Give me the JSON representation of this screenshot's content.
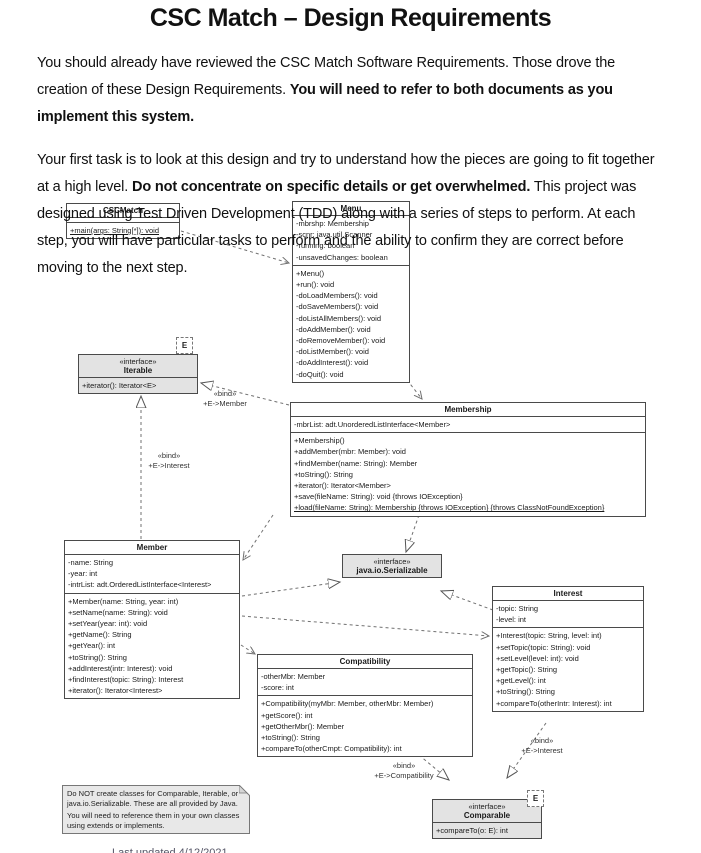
{
  "title": "CSC Match – Design Requirements",
  "paragraphs": {
    "p1": {
      "normal1": "You should already have reviewed the CSC Match Software Requirements. Those drove the creation of these Design Requirements. ",
      "bold1": "You will need to refer to both documents as you implement this system."
    },
    "p2": {
      "normal1": "Your first task is to look at this design and try to understand how the pieces are going to fit together at a high level. ",
      "bold1": "Do not concentrate on specific details or get overwhelmed.",
      "normal2": " This project was designed using Test Driven Development (TDD) along with a series of steps to perform. At each step, you will have particular tasks to perform and the ability to confirm they are correct before moving to the next step."
    }
  },
  "diagram": {
    "classes": [
      {
        "id": "cscmatch",
        "name": "CSCMatch",
        "attributes": [],
        "methods": [
          {
            "t": "+main(args: String[*]): void",
            "u": true
          }
        ]
      },
      {
        "id": "menu",
        "name": "Menu",
        "attributes": [
          "-mbrshp: Membership",
          "-scnr: java.util.Scanner",
          "-running: boolean",
          "-unsavedChanges: boolean"
        ],
        "methods": [
          {
            "t": "+Menu()"
          },
          {
            "t": "+run(): void"
          },
          {
            "t": "-doLoadMembers(): void"
          },
          {
            "t": "-doSaveMembers(): void"
          },
          {
            "t": "-doListAllMembers(): void"
          },
          {
            "t": "-doAddMember(): void"
          },
          {
            "t": "-doRemoveMember(): void"
          },
          {
            "t": "-doListMember(): void"
          },
          {
            "t": "-doAddInterest(): void"
          },
          {
            "t": "-doQuit(): void"
          }
        ]
      },
      {
        "id": "iterable",
        "name": "Iterable",
        "stereotype": "«interface»",
        "template": "E",
        "attributes": [],
        "methods": [
          {
            "t": "+iterator(): Iterator<E>"
          }
        ]
      },
      {
        "id": "membership",
        "name": "Membership",
        "attributes": [
          "-mbrList: adt.UnorderedListInterface<Member>"
        ],
        "methods": [
          {
            "t": "+Membership()"
          },
          {
            "t": "+addMember(mbr: Member): void"
          },
          {
            "t": "+findMember(name: String): Member"
          },
          {
            "t": "+toString(): String"
          },
          {
            "t": "+iterator(): Iterator<Member>"
          },
          {
            "t": "+save(fileName: String): void {throws IOException}"
          },
          {
            "t": "+load(fileName: String): Membership {throws IOException} {throws ClassNotFoundException}",
            "u": true
          }
        ]
      },
      {
        "id": "member",
        "name": "Member",
        "attributes": [
          "-name: String",
          "-year: int",
          "-intrList: adt.OrderedListInterface<Interest>"
        ],
        "methods": [
          {
            "t": "+Member(name: String, year: int)"
          },
          {
            "t": "+setName(name: String): void"
          },
          {
            "t": "+setYear(year: int): void"
          },
          {
            "t": "+getName(): String"
          },
          {
            "t": "+getYear(): int"
          },
          {
            "t": "+toString(): String"
          },
          {
            "t": "+addInterest(intr: Interest): void"
          },
          {
            "t": "+findInterest(topic: String): Interest"
          },
          {
            "t": "+iterator(): Iterator<Interest>"
          }
        ]
      },
      {
        "id": "serializable",
        "name": "java.io.Serializable",
        "stereotype": "«interface»",
        "attributes": [],
        "methods": []
      },
      {
        "id": "interest",
        "name": "Interest",
        "attributes": [
          "-topic: String",
          "-level: int"
        ],
        "methods": [
          {
            "t": "+Interest(topic: String, level: int)"
          },
          {
            "t": "+setTopic(topic: String): void"
          },
          {
            "t": "+setLevel(level: int): void"
          },
          {
            "t": "+getTopic(): String"
          },
          {
            "t": "+getLevel(): int"
          },
          {
            "t": "+toString(): String"
          },
          {
            "t": "+compareTo(otherIntr: Interest): int"
          }
        ]
      },
      {
        "id": "compatibility",
        "name": "Compatibility",
        "attributes": [
          "-otherMbr: Member",
          "-score: int"
        ],
        "methods": [
          {
            "t": "+Compatibility(myMbr: Member, otherMbr: Member)"
          },
          {
            "t": "+getScore(): int"
          },
          {
            "t": "+getOtherMbr(): Member"
          },
          {
            "t": "+toString(): String"
          },
          {
            "t": "+compareTo(otherCmpt: Compatibility): int"
          }
        ]
      },
      {
        "id": "comparable",
        "name": "Comparable",
        "stereotype": "«interface»",
        "template": "E",
        "attributes": [],
        "methods": [
          {
            "t": "+compareTo(o: E): int"
          }
        ]
      }
    ],
    "bind_labels": [
      {
        "id": "bind-e-member",
        "line1": "«bind»",
        "line2": "+E->Member"
      },
      {
        "id": "bind-e-interest-upper",
        "line1": "«bind»",
        "line2": "+E->Interest"
      },
      {
        "id": "bind-e-compatibility",
        "line1": "«bind»",
        "line2": "+E->Compatibility"
      },
      {
        "id": "bind-e-interest-lower",
        "line1": "«bind»",
        "line2": "+E->Interest"
      }
    ],
    "note": {
      "para1": "Do NOT create classes for Comparable, Iterable, or java.io.Serializable. These are all provided by Java.",
      "para2": "You will need to reference them in your own classes using extends or implements."
    }
  },
  "footer": {
    "partial": "Last updated 4/12/2021"
  },
  "colors": {
    "interface_fill": "#e3e3e3",
    "note_fill": "#e8e8e8",
    "box_border": "#4a4a4a",
    "connector": "#707070"
  }
}
